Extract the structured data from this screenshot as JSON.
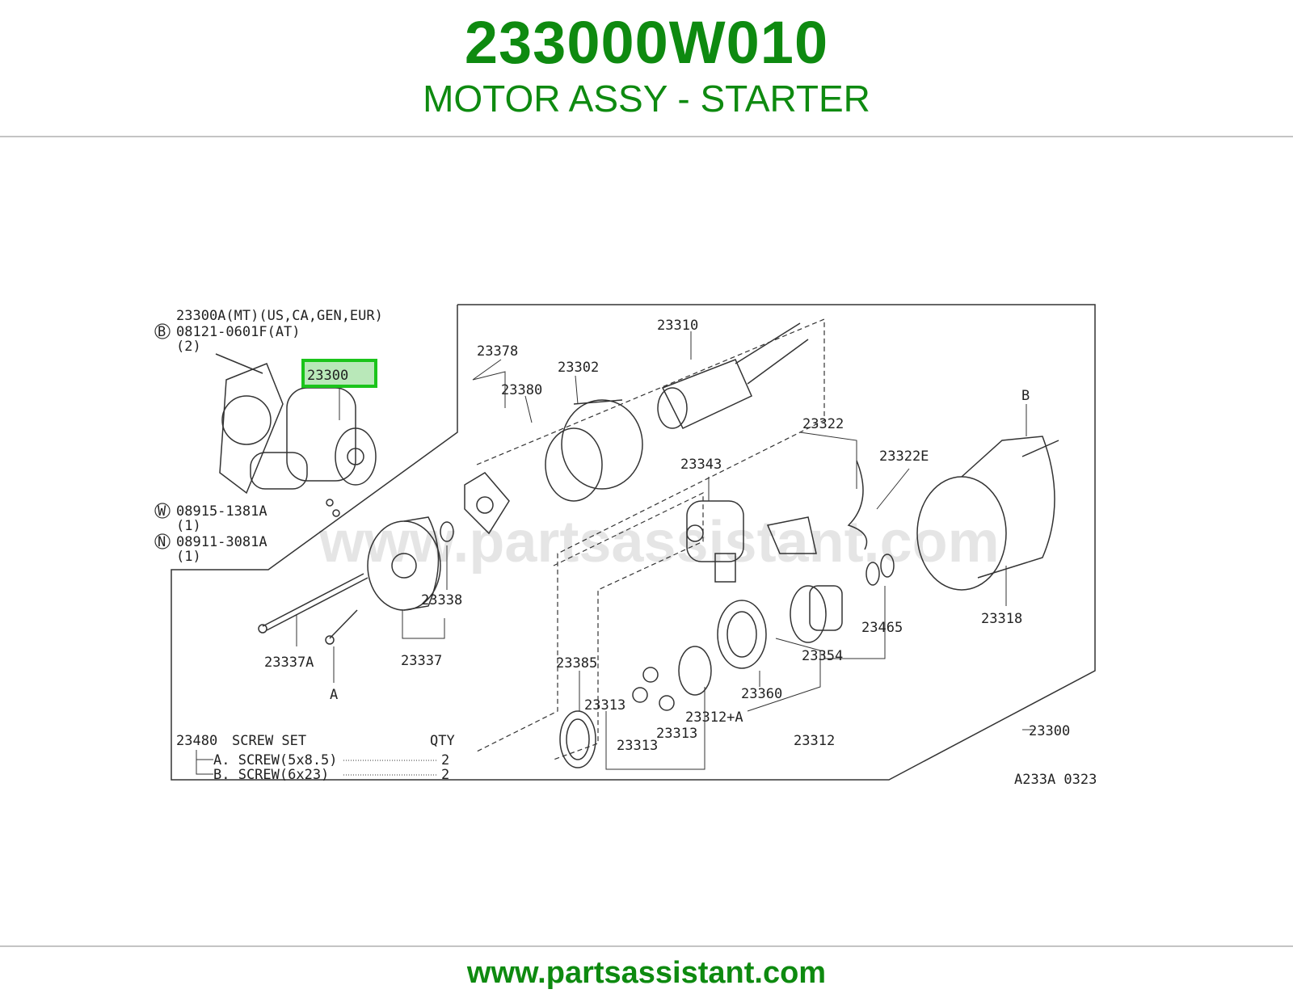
{
  "header": {
    "part_number": "233000W010",
    "description": "MOTOR ASSY - STARTER"
  },
  "diagram": {
    "highlight_label": "23300",
    "watermark": "www.partsassistant.com",
    "reference_code": "A233A 0323",
    "notes": {
      "variant": "23300A(MT)(US,CA,GEN,EUR)",
      "bolt_b_prefix": "B",
      "bolt_b": "08121-0601F(AT)",
      "bolt_b_qty": "(2)",
      "washer_prefix": "W",
      "washer": "08915-1381A",
      "washer_qty": "(1)",
      "nut_prefix": "N",
      "nut": "08911-3081A",
      "nut_qty": "(1)"
    },
    "labels": {
      "l23378": "23378",
      "l23380": "23380",
      "l23302": "23302",
      "l23310": "23310",
      "l23322": "23322",
      "l23343": "23343",
      "l23322E": "23322E",
      "lB": "B",
      "l23338": "23338",
      "l23337A": "23337A",
      "l23337": "23337",
      "lA": "A",
      "l23385": "23385",
      "l23313a": "23313",
      "l23313b": "23313",
      "l23313c": "23313",
      "l23312A": "23312+A",
      "l23360": "23360",
      "l23354": "23354",
      "l23465": "23465",
      "l23318": "23318",
      "l23312": "23312",
      "l23300": "23300"
    },
    "screw_set": {
      "title_num": "23480",
      "title": "SCREW SET",
      "qty_header": "QTY",
      "rows": [
        {
          "label": "A. SCREW(5x8.5)",
          "qty": "2"
        },
        {
          "label": "B. SCREW(6x23)",
          "qty": "2"
        }
      ]
    }
  },
  "footer": {
    "url": "www.partsassistant.com"
  }
}
